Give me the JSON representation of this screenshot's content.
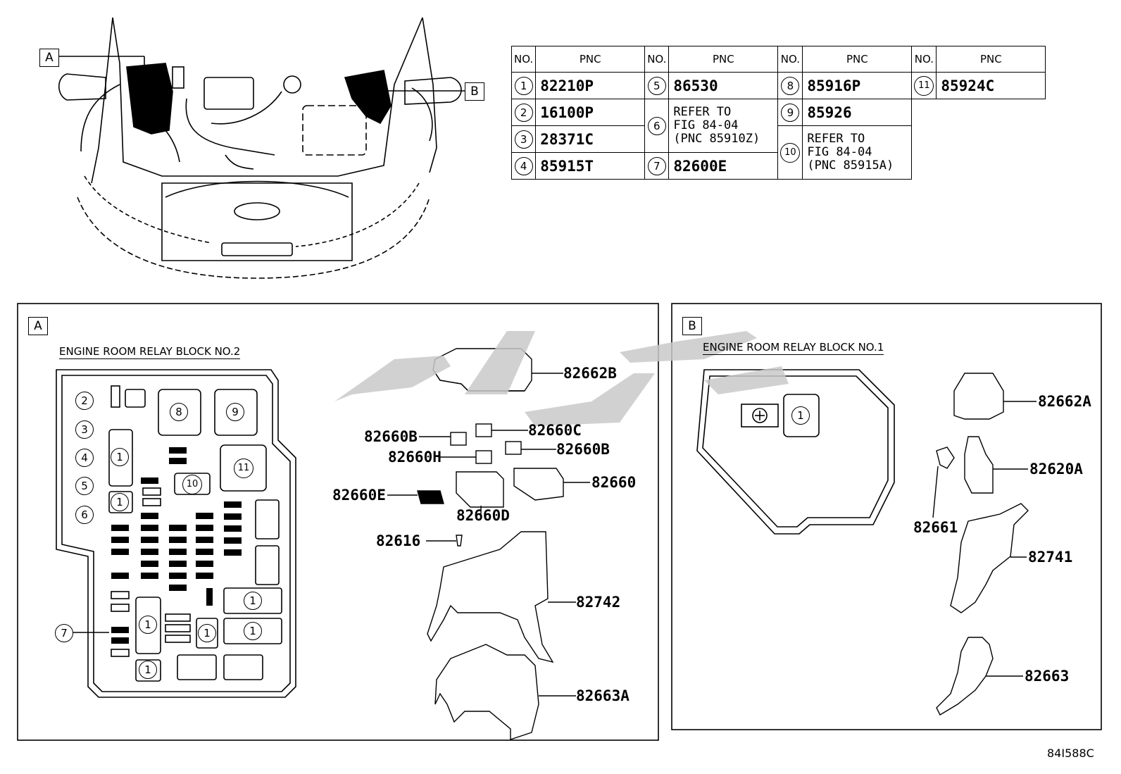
{
  "callouts": {
    "a": "A",
    "b": "B"
  },
  "table": {
    "header_no": "NO.",
    "header_pnc": "PNC",
    "rows": [
      {
        "no": "1",
        "pnc": "82210P"
      },
      {
        "no": "2",
        "pnc": "16100P"
      },
      {
        "no": "3",
        "pnc": "28371C"
      },
      {
        "no": "4",
        "pnc": "85915T"
      },
      {
        "no": "5",
        "pnc": "86530"
      },
      {
        "no": "6",
        "pnc_lines": [
          "REFER TO",
          "FIG 84-04",
          "(PNC 85910Z)"
        ]
      },
      {
        "no": "7",
        "pnc": "82600E"
      },
      {
        "no": "8",
        "pnc": "85916P"
      },
      {
        "no": "9",
        "pnc": "85926"
      },
      {
        "no": "10",
        "pnc_lines": [
          "REFER TO",
          "FIG 84-04",
          "(PNC 85915A)"
        ]
      },
      {
        "no": "11",
        "pnc": "85924C"
      }
    ]
  },
  "panel_a": {
    "tag": "A",
    "title": "ENGINE ROOM RELAY BLOCK NO.2",
    "layout_markers": [
      "2",
      "3",
      "4",
      "5",
      "6",
      "1",
      "1",
      "8",
      "9",
      "10",
      "11",
      "1",
      "1",
      "1",
      "1",
      "1",
      "7"
    ],
    "parts": [
      "82662B",
      "82660B",
      "82660C",
      "82660H",
      "82660B",
      "82660",
      "82660E",
      "82660D",
      "82616",
      "82742",
      "82663A"
    ]
  },
  "panel_b": {
    "tag": "B",
    "title": "ENGINE ROOM RELAY BLOCK NO.1",
    "layout_markers": [
      "1"
    ],
    "parts": [
      "82662A",
      "82620A",
      "82661",
      "82741",
      "82663"
    ]
  },
  "figure_id": "84I588C",
  "watermark": "stylized logo watermark"
}
